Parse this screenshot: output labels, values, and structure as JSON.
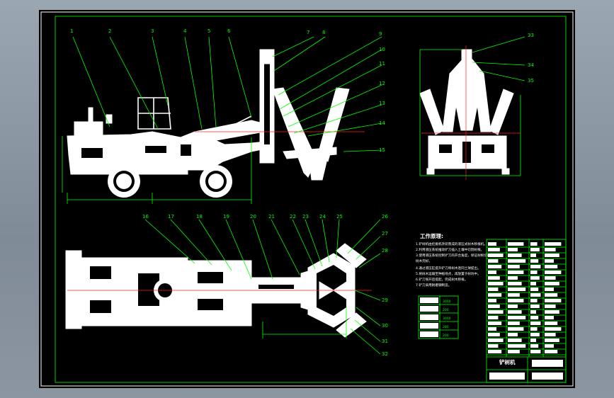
{
  "balloons_side": [
    "1",
    "2",
    "3",
    "4",
    "5",
    "6",
    "7",
    "8",
    "9",
    "10",
    "11",
    "12",
    "13",
    "14",
    "15"
  ],
  "balloons_plan": [
    "16",
    "17",
    "18",
    "19",
    "20",
    "21",
    "22",
    "23",
    "24",
    "25",
    "26",
    "27",
    "28",
    "29",
    "30",
    "31",
    "32"
  ],
  "balloons_end": [
    "33",
    "34",
    "35"
  ],
  "notes_title": "工作原理:",
  "notes": [
    "1.铲树机由挖掘机改装而成的液压式树木移植机。",
    "2.利用液压系统推动铲刀插入土壤中切割树根。",
    "3.使用液压系统控制铲刀的开合角度，保证树根切削完整，",
    "   树木完好。",
    "4.通过液压缸提升铲刀将树木连同土球提出。",
    "5.将树木运输至种植地点，再放置于树坑中。",
    "6.铲刀张开后提起，完成树木移植。",
    "7.铲刀采用耐磨钢制造。"
  ],
  "spec_rows": [
    "3000",
    "200",
    "3000",
    "280",
    "200"
  ],
  "title_block_name": "铲树机"
}
